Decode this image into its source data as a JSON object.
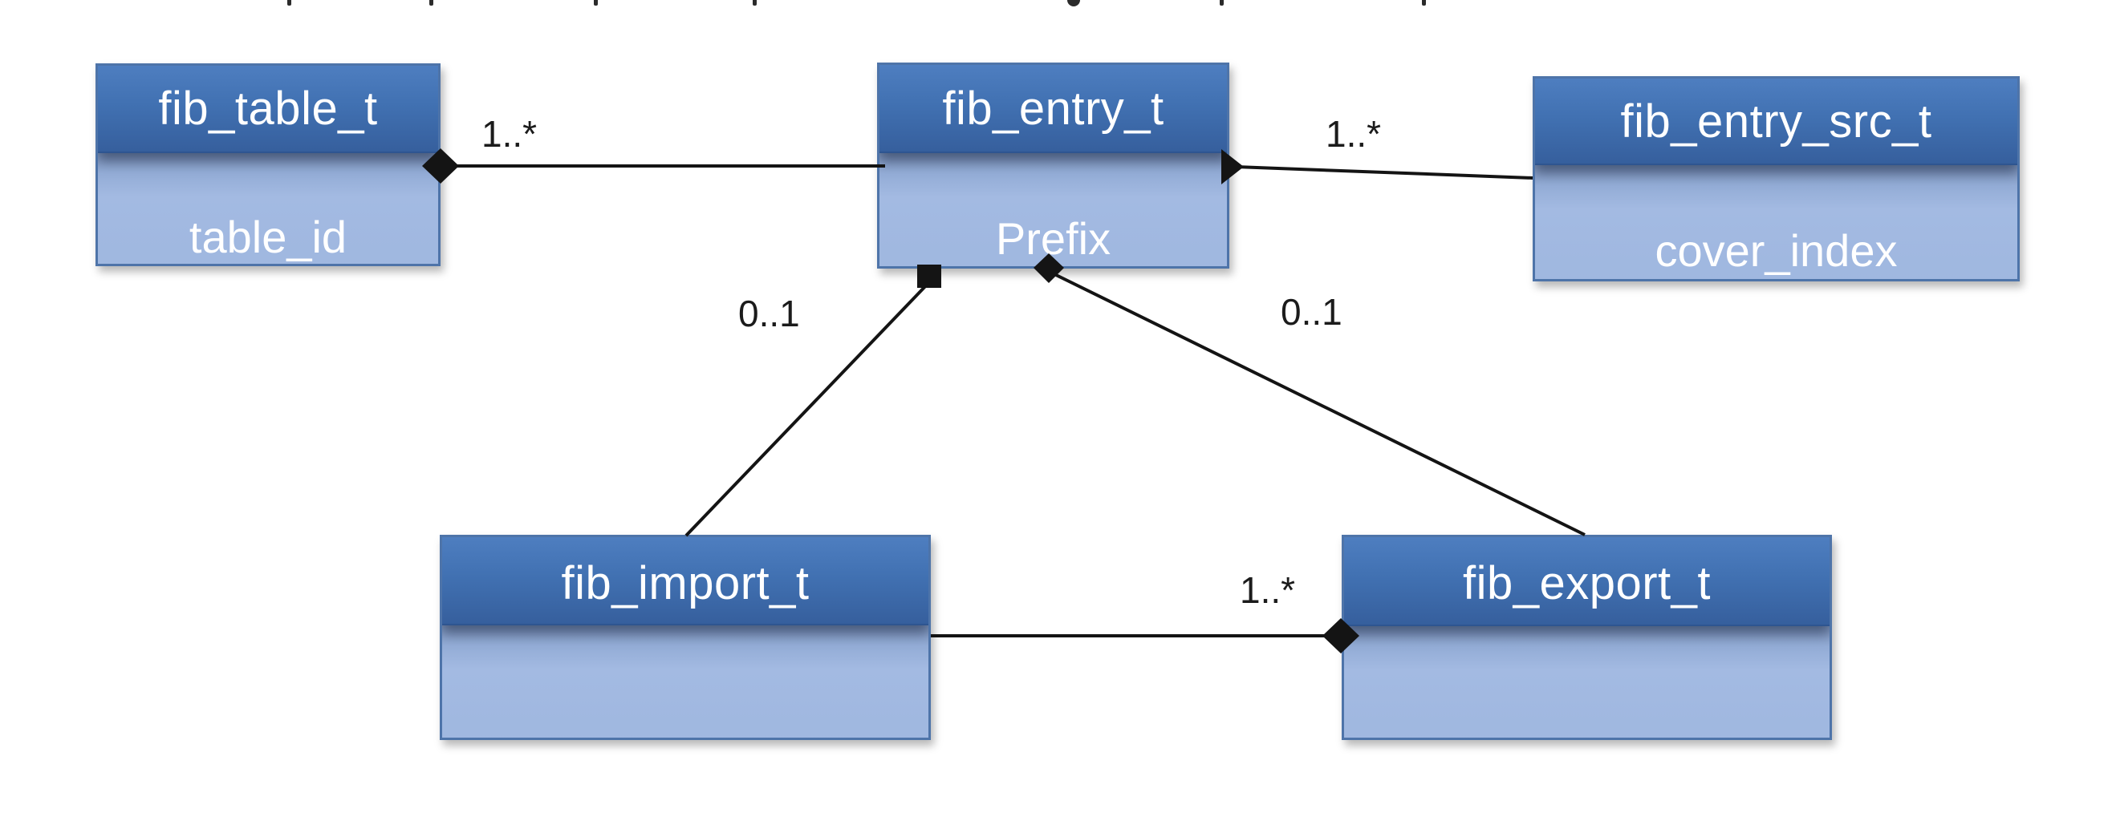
{
  "diagram": {
    "kind": "uml-class-diagram",
    "classes": [
      {
        "name": "fib_table_t",
        "attribute": "table_id"
      },
      {
        "name": "fib_entry_t",
        "attribute": "Prefix"
      },
      {
        "name": "fib_entry_src_t",
        "attribute": "cover_index"
      },
      {
        "name": "fib_import_t",
        "attribute": ""
      },
      {
        "name": "fib_export_t",
        "attribute": ""
      }
    ],
    "connections": [
      {
        "from": "fib_table_t",
        "to": "fib_entry_t",
        "label": "1..*",
        "marker": "filled-diamond-at-fib_table_t"
      },
      {
        "from": "fib_entry_t",
        "to": "fib_entry_src_t",
        "label": "1..*",
        "marker": "filled-diamond-at-fib_entry_t"
      },
      {
        "from": "fib_entry_t",
        "to": "fib_import_t",
        "label": "0..1",
        "marker": "filled-square-at-fib_entry_t"
      },
      {
        "from": "fib_entry_t",
        "to": "fib_export_t",
        "label": "0..1",
        "marker": "filled-diamond-at-fib_entry_t"
      },
      {
        "from": "fib_import_t",
        "to": "fib_export_t",
        "label": "1..*",
        "marker": "filled-diamond-at-fib_export_t"
      }
    ]
  },
  "colors": {
    "header_gradient_top": "#4E7EC0",
    "header_gradient_bottom": "#365F9D",
    "body_fill": "#9DB5DE",
    "box_border": "#4E74A9",
    "connector": "#141414",
    "label_text": "#1B1B1B",
    "class_name_text": "#FFFFFF"
  }
}
